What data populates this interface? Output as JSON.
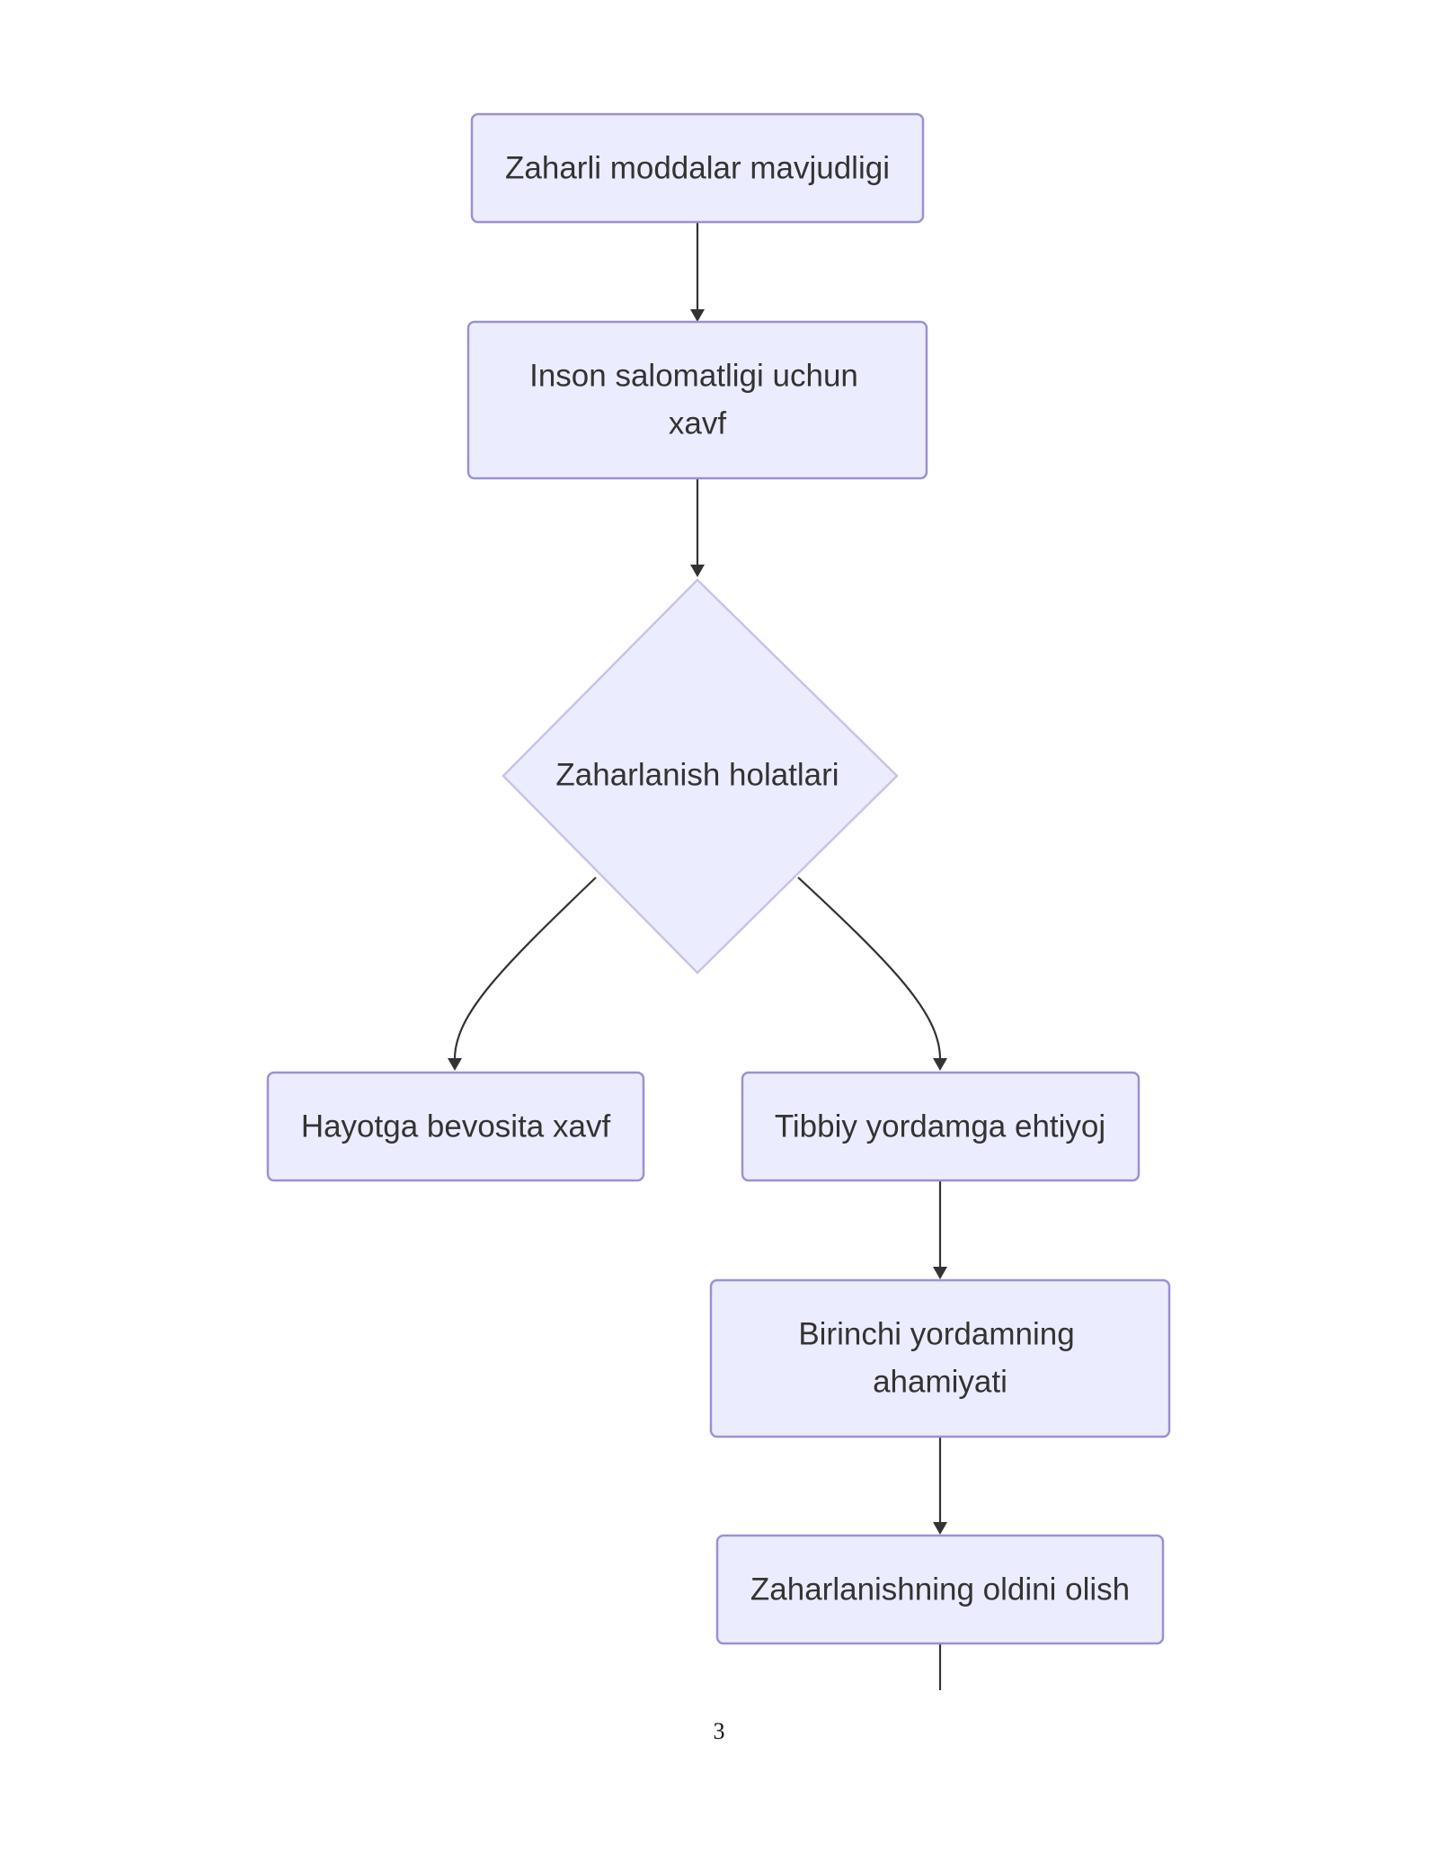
{
  "diagram": {
    "nodes": [
      {
        "id": "n1",
        "lines": [
          "Zaharli moddalar mavjudligi"
        ]
      },
      {
        "id": "n2",
        "lines": [
          "Inson salomatligi uchun",
          "xavf"
        ]
      },
      {
        "id": "n3",
        "lines": [
          "Zaharlanish holatlari"
        ]
      },
      {
        "id": "n4",
        "lines": [
          "Hayotga bevosita xavf"
        ]
      },
      {
        "id": "n5",
        "lines": [
          "Tibbiy yordamga ehtiyoj"
        ]
      },
      {
        "id": "n6",
        "lines": [
          "Birinchi yordamning",
          "ahamiyati"
        ]
      },
      {
        "id": "n7",
        "lines": [
          "Zaharlanishning oldini olish"
        ]
      }
    ],
    "edges": [
      {
        "from": "n1",
        "to": "n2"
      },
      {
        "from": "n2",
        "to": "n3"
      },
      {
        "from": "n3",
        "to": "n4"
      },
      {
        "from": "n3",
        "to": "n5"
      },
      {
        "from": "n5",
        "to": "n6"
      },
      {
        "from": "n6",
        "to": "n7"
      },
      {
        "from": "n7",
        "to": ""
      }
    ],
    "colors": {
      "node_fill": "#ececff",
      "node_border": "#9c90d4",
      "edge": "#333333",
      "text": "#333333"
    }
  },
  "page": {
    "number": "3"
  }
}
